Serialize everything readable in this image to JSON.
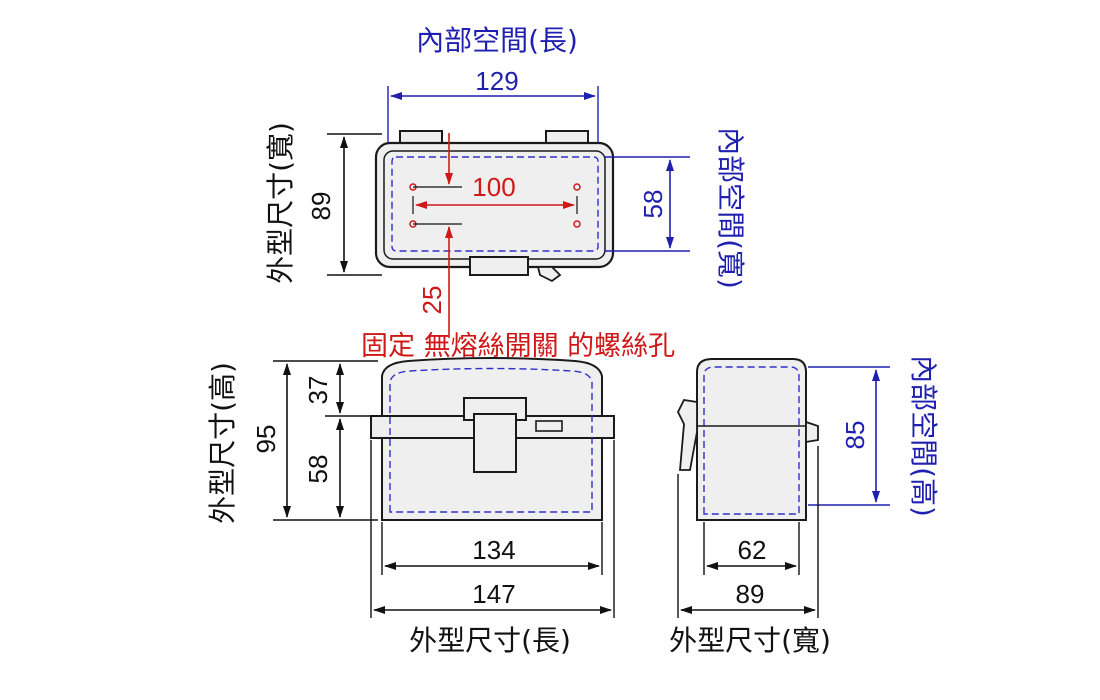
{
  "colors": {
    "outline": "#1a1a1a",
    "fill": "#efefef",
    "dim_black": "#111111",
    "dim_blue": "#1f1fb0",
    "dim_red": "#d01818",
    "dash_blue": "#3030c8"
  },
  "top_view": {
    "inner_length_label": "內部空間(長)",
    "inner_length_value": "129",
    "outer_width_label": "外型尺寸(寬)",
    "outer_width_value": "89",
    "inner_width_label": "內部空間(寬)",
    "inner_width_value": "58",
    "hole_spacing_value": "100",
    "hole_offset_value": "25"
  },
  "note": {
    "screw_hole_text": "固定 無熔絲開關 的螺絲孔"
  },
  "front_view": {
    "outer_height_label": "外型尺寸(高)",
    "outer_height_value": "95",
    "lid_height_value": "37",
    "base_height_value": "58",
    "inner_length_value": "134",
    "outer_length_value": "147",
    "outer_length_label": "外型尺寸(長)"
  },
  "side_view": {
    "inner_height_label": "內部空間(高)",
    "inner_height_value": "85",
    "inner_width_value": "62",
    "outer_width_value": "89",
    "outer_width_label": "外型尺寸(寬)"
  }
}
